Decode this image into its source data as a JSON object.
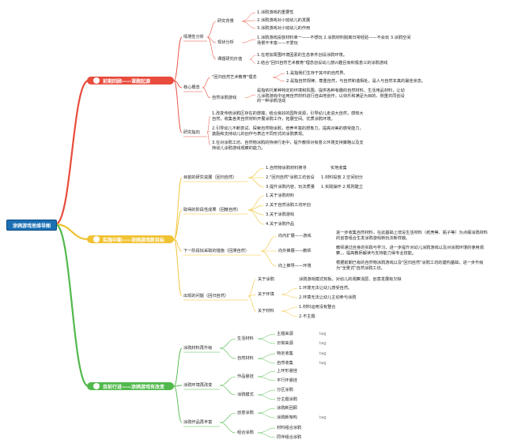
{
  "root": "涂鸦游戏思维导图",
  "branches": [
    {
      "label": "前期回顾——课题起源",
      "icon": "clock-icon",
      "color": "#e84c3d",
      "children": [
        {
          "label": "情境性分析",
          "children": [
            {
              "label": "研究背景",
              "items": [
                "1.涂鸦游戏的重要性",
                "2.涂鸦游戏对小班幼儿的发展",
                "3.涂鸦游戏对小班幼儿的作用"
              ]
            },
            {
              "label": "现状分析",
              "items": [
                "1.涂鸦游戏投放材料单一——不想玩 2.涂鸦材料脱离日常经验——不会玩 3.涂鸦空间场景不丰富——不爱玩"
              ]
            },
            {
              "label": "课题研究价值",
              "items": [
                "1.在增加周围环境因素的生态条件创设涂鸦环境。",
                "2.结合\"回归自然艺术教育\"理念创设幼儿感兴趣且有积极意义的涂鸦游戏"
              ]
            }
          ]
        },
        {
          "label": "核心概念",
          "children": [
            {
              "label": "\"回归自然艺术教育\"理念",
              "items": [
                "1.是指我们生存于其中的自然界。",
                "2.是指自然规律、尊重自然，与自然和谐相处，是人与自然本真的最佳状态。"
              ]
            },
            {
              "label": "自然涂鸦游戏",
              "items": [
                "是指依托某种特定的环境和氛围，提供各种有趣的自然材料、生活用品材料，让幼儿涂鸦游戏中运用自然材料进行自由地创作，以快乐和满足为目的、侧重共同创设的一种涂鸦活动"
              ]
            }
          ]
        },
        {
          "label": "研究指向",
          "items": [
            "1.改变传统涂鸦区存在的弊端，结合良好的园所资源，引导幼儿走进大自然，感知大自然，收集各类自然材料开展涂鸦工作，拓展空间、优质涂鸦环境。",
            "2.引导幼儿不断尝试、探索自然物涂鸦，培养丰富的想象力，提高对美的感受能力，激励和支持幼儿的创作与表达不同形式的涂鸦表现。",
            "3.在对涂鸦工坊、自然物涂鸦的持续行走中，提升教师对有意义环境支持策略以及支持幼儿涂鸦游戏观察的能力。"
          ]
        }
      ]
    },
    {
      "label": "实施中期——涂鸦游戏新目标",
      "icon": "star-icon",
      "color": "#f1c232",
      "children": [
        {
          "label": "目前的研究进展（回归自然）",
          "children": [
            {
              "label": "1.自然物涂鸦材料搜寻",
              "items": [
                "实地收集"
              ]
            },
            {
              "label": "2.\"回归自然\"涂鸦工坊创设",
              "items": [
                "1.材料投放 2.空间划分"
              ]
            },
            {
              "label": "3.提升涂鸦内容、玩法质量",
              "items": [
                "1.实践操作 2.规则建立"
              ]
            }
          ]
        },
        {
          "label": "取得的阶段性成果（回散自然）",
          "items": [
            "1.关于涂鸦材料",
            "2.关于自然涂鸦工坊环创",
            "3.关于涂鸦游戏",
            "4.关于涂鸦作品"
          ]
        },
        {
          "label": "下一阶段拟采取的措施（回溯自然）",
          "children": [
            {
              "label": "向内扩展——游戏",
              "items": [
                "进一步收集自然材料，在此基础上增设生活材料（纸壳等、瓶子等）为点缀涂鸦材料的创意组合生发涂鸦游戏新玩法新样貌。"
              ]
            },
            {
              "label": "向外推展——教师",
              "items": [
                "教师通过自身的实践与学习，进一步提升对幼儿涂鸦游戏以及对涂鸦环境的使用观察，，提高教师解读与支持能力得专业技能。"
              ]
            },
            {
              "label": "向上推导——环境",
              "items": [
                "根据前期已有的自然物涂鸦游戏以及\"回归自然\"涂鸦工坊的建构基础，进一步升级为\"全景式\"自然涂鸦工坊。"
              ]
            }
          ]
        },
        {
          "label": "出现的问题（回归自然）",
          "children": [
            {
              "label": "关于涂鸦",
              "items": [
                "涂鸦游戏模式刻板，对幼儿的观察浅层、创意发展有欠缺"
              ]
            },
            {
              "label": "关于环境",
              "items": [
                "1.环境无法让幼儿感受自然。",
                "2.环境无法让幼儿主动参与涂鸦"
              ]
            },
            {
              "label": "关于材料",
              "items": [
                "1.材料运用没有整合",
                "2.不主题"
              ]
            }
          ]
        }
      ]
    },
    {
      "label": "目前行进——涂鸦游戏有改变",
      "icon": "flag-icon",
      "color": "#51b94c",
      "children": [
        {
          "label": "涂鸦材料再升级",
          "children": [
            {
              "label": "生活材料",
              "items": [
                "主题来源",
                "日常来源"
              ],
              "tag": "tag"
            },
            {
              "label": "自然材料",
              "items": [
                "特定收集",
                "自然收集"
              ],
              "tag": "tag"
            }
          ]
        },
        {
          "label": "涂鸦环境再改变",
          "children": [
            {
              "label": "作品悬挂",
              "items": [
                "上环形悬挂",
                "平行环悬挂"
              ]
            },
            {
              "label": "涂鸦模式",
              "items": [
                "分区涂鸦",
                "分主题涂鸦"
              ]
            }
          ]
        },
        {
          "label": "涂鸦作品再丰富",
          "children": [
            {
              "label": "创意涂鸦",
              "items": [
                "涂鸦新回顾",
                "涂鸦新架构"
              ],
              "tag": "tag"
            },
            {
              "label": "组合涂鸦",
              "items": [
                "材料组合涂鸦",
                "同伴组合涂鸦"
              ]
            }
          ]
        }
      ]
    }
  ]
}
